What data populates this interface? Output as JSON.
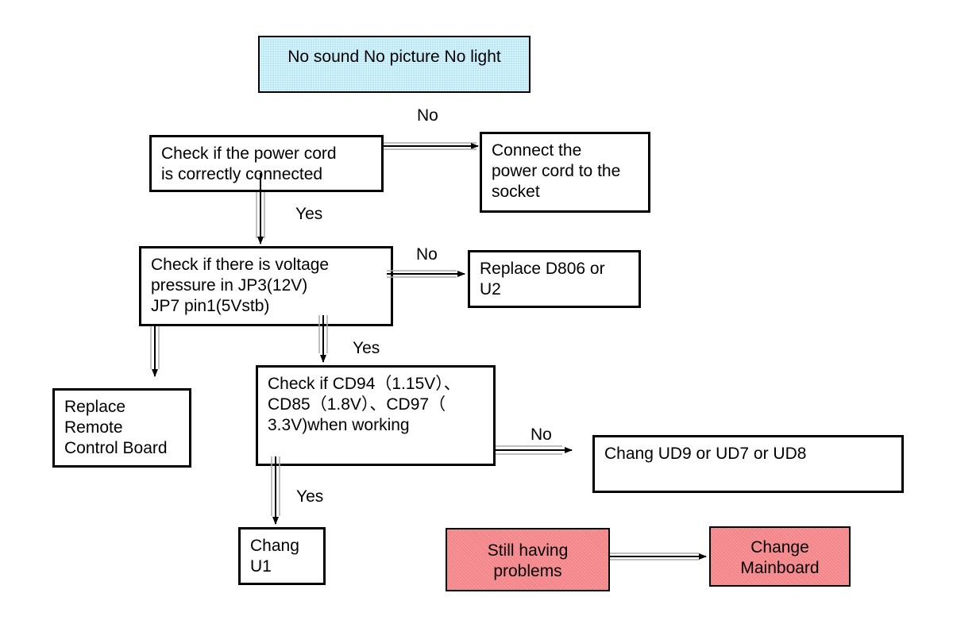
{
  "nodes": {
    "start": "No sound No picture  No light",
    "check_power": "Check if the power cord\nis correctly connected",
    "connect_cord": "Connect the\npower cord to the\nsocket",
    "check_voltage": "Check if there is voltage\npressure in JP3(12V)\nJP7 pin1(5Vstb)",
    "replace_d806": "Replace D806 or\nU2",
    "replace_remote": "Replace\nRemote\nControl Board",
    "check_cd": "Check if CD94（1.15V）、\nCD85（1.8V）、CD97（\n3.3V)when working",
    "chang_ud": "Chang UD9 or UD7 or UD8",
    "chang_u1": "Chang\nU1",
    "still_problems": "Still having\nproblems",
    "change_mainboard": "Change\nMainboard"
  },
  "edges": {
    "no_1": "No",
    "yes_1": "Yes",
    "no_2": "No",
    "yes_2": "Yes",
    "no_3": "No",
    "yes_3": "Yes"
  },
  "colors": {
    "start_fill": "#b8e8f8",
    "highlight_fill": "#f3868a"
  }
}
